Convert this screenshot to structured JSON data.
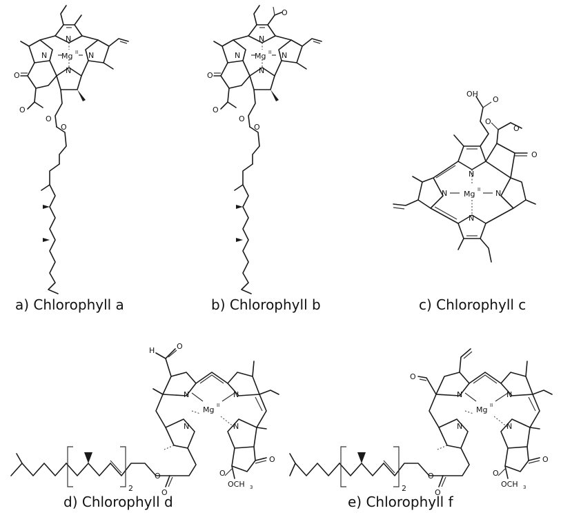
{
  "captions": {
    "a": "a) Chlorophyll a",
    "b": "b) Chlorophyll b",
    "c": "c) Chlorophyll c",
    "d": "d) Chlorophyll d",
    "e": "e) Chlorophyll f"
  },
  "atoms": {
    "N": "N",
    "Mg": "Mg",
    "II": "II",
    "O": "O",
    "OH": "OH",
    "H": "H",
    "OCH3": "OCH",
    "three": "3",
    "two": "2"
  }
}
